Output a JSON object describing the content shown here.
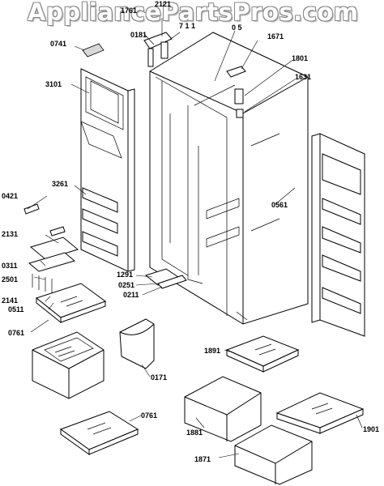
{
  "watermark": "AppliancePartsPros.com",
  "parts": [
    {
      "id": "p1761",
      "number": "1761"
    },
    {
      "id": "p2121",
      "number": "2121"
    },
    {
      "id": "p0181",
      "number": "0181"
    },
    {
      "id": "p0741",
      "number": "0741"
    },
    {
      "id": "p1671",
      "number": "1671"
    },
    {
      "id": "p1801",
      "number": "1801"
    },
    {
      "id": "p1631",
      "number": "1631"
    },
    {
      "id": "p3101",
      "number": "3101"
    },
    {
      "id": "p3261",
      "number": "3261"
    },
    {
      "id": "p0421",
      "number": "0421"
    },
    {
      "id": "p0561",
      "number": "0561"
    },
    {
      "id": "p2131",
      "number": "2131"
    },
    {
      "id": "p0311",
      "number": "0311"
    },
    {
      "id": "p2501",
      "number": "2501"
    },
    {
      "id": "p1291",
      "number": "1291"
    },
    {
      "id": "p0251",
      "number": "0251"
    },
    {
      "id": "p0211",
      "number": "0211"
    },
    {
      "id": "p2141",
      "number": "2141"
    },
    {
      "id": "p0511",
      "number": "0511"
    },
    {
      "id": "p0761a",
      "number": "0761"
    },
    {
      "id": "p0171",
      "number": "0171"
    },
    {
      "id": "p1891",
      "number": "1891"
    },
    {
      "id": "p1881",
      "number": "1881"
    },
    {
      "id": "p1901",
      "number": "1901"
    },
    {
      "id": "p0761b",
      "number": "0761"
    },
    {
      "id": "p1871",
      "number": "1871"
    }
  ],
  "partial_labels": {
    "top_mid_a": "7 1 1",
    "top_mid_b": "0 5"
  }
}
